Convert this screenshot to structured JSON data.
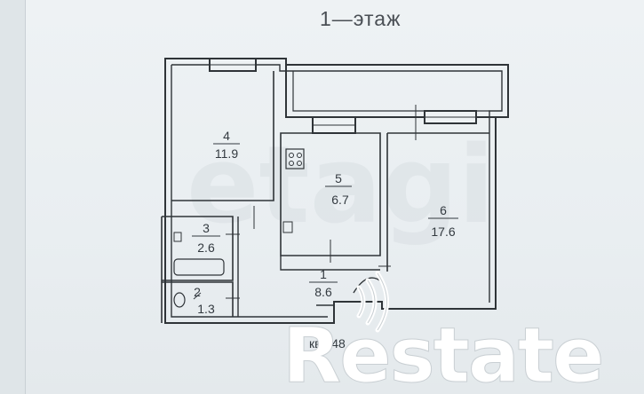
{
  "title": "1—этаж",
  "apartment_label": "кв.148",
  "brand_text": "Restate",
  "rooms": [
    {
      "number": "4",
      "area": "11.9"
    },
    {
      "number": "5",
      "area": "6.7"
    },
    {
      "number": "6",
      "area": "17.6"
    },
    {
      "number": "3",
      "area": "2.6"
    },
    {
      "number": "2",
      "area": "1.3"
    },
    {
      "number": "1",
      "area": "8.6"
    }
  ],
  "colors": {
    "wall": "#2f3438",
    "background": "#e9eef1",
    "brand": "#ffffff"
  }
}
